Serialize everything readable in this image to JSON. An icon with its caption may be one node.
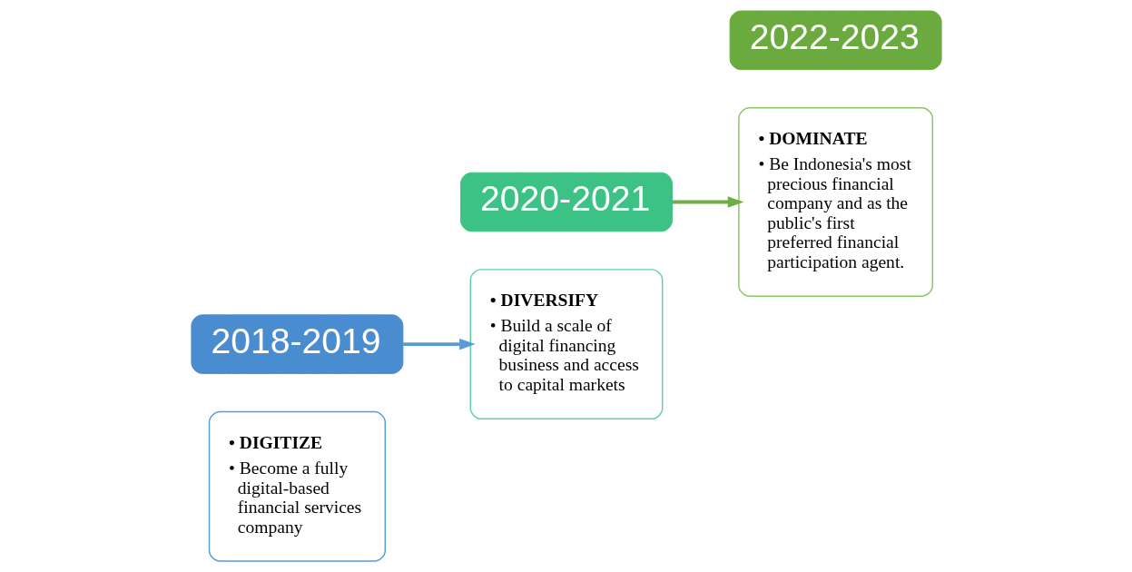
{
  "diagram": {
    "nodes": [
      {
        "text": [
          "• DIGITIZE",
          "• Become a fully digital-based financial services company"
        ]
      },
      {
        "text": [
          "2018-2019"
        ]
      },
      {
        "text": [
          "• DIVERSIFY",
          "• Build a scale of digital financing business and access to capital markets"
        ]
      },
      {
        "text": [
          "2020-2021"
        ]
      },
      {
        "text": [
          "• DOMINATE",
          "• Be Indonesia's most precious financial company and as the public's first preferred financial participation agent."
        ]
      },
      {
        "text": [
          "2022-2023"
        ]
      }
    ],
    "edges": [
      {
        "from": 1,
        "to": 2,
        "arrow": "to",
        "color": "#5b9bd5"
      },
      {
        "from": 3,
        "to": 4,
        "arrow": "to",
        "color": "#70ad47"
      }
    ]
  }
}
